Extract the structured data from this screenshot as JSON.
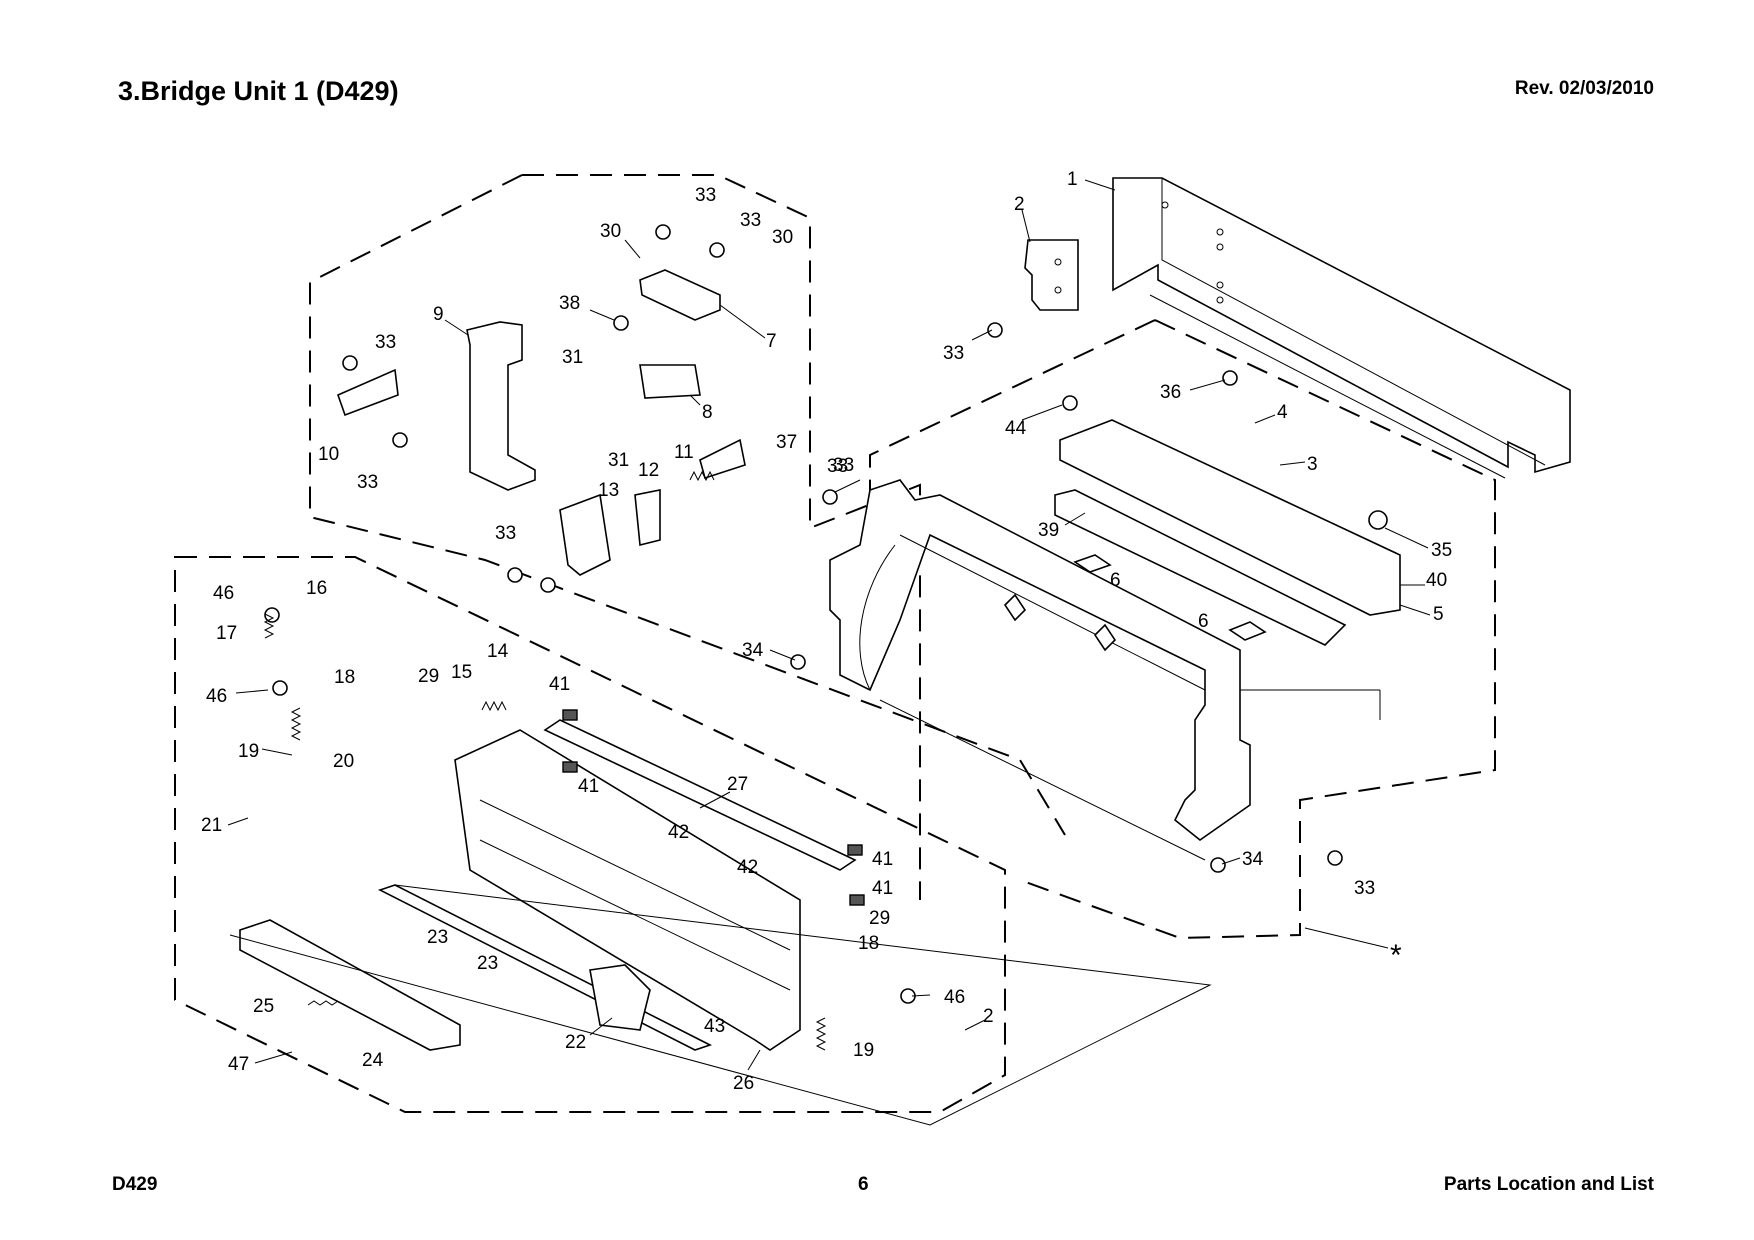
{
  "header": {
    "title": "3.Bridge Unit 1 (D429)",
    "revision": "Rev. 02/03/2010"
  },
  "footer": {
    "model": "D429",
    "page_number": "6",
    "section": "Parts Location and List"
  },
  "callouts": [
    {
      "label": "1"
    },
    {
      "label": "2"
    },
    {
      "label": "33"
    },
    {
      "label": "30"
    },
    {
      "label": "33"
    },
    {
      "label": "33"
    },
    {
      "label": "30"
    },
    {
      "label": "38"
    },
    {
      "label": "7"
    },
    {
      "label": "9"
    },
    {
      "label": "33"
    },
    {
      "label": "31"
    },
    {
      "label": "8"
    },
    {
      "label": "33"
    },
    {
      "label": "36"
    },
    {
      "label": "4"
    },
    {
      "label": "44"
    },
    {
      "label": "3"
    },
    {
      "label": "10"
    },
    {
      "label": "31"
    },
    {
      "label": "33"
    },
    {
      "label": "12"
    },
    {
      "label": "11"
    },
    {
      "label": "37"
    },
    {
      "label": "33"
    },
    {
      "label": "13"
    },
    {
      "label": "39"
    },
    {
      "label": "35"
    },
    {
      "label": "33"
    },
    {
      "label": "6"
    },
    {
      "label": "40"
    },
    {
      "label": "5"
    },
    {
      "label": "46"
    },
    {
      "label": "16"
    },
    {
      "label": "6"
    },
    {
      "label": "17"
    },
    {
      "label": "34"
    },
    {
      "label": "14"
    },
    {
      "label": "29"
    },
    {
      "label": "15"
    },
    {
      "label": "41"
    },
    {
      "label": "46"
    },
    {
      "label": "18"
    },
    {
      "label": "19"
    },
    {
      "label": "20"
    },
    {
      "label": "41"
    },
    {
      "label": "27"
    },
    {
      "label": "21"
    },
    {
      "label": "42"
    },
    {
      "label": "42"
    },
    {
      "label": "41"
    },
    {
      "label": "34"
    },
    {
      "label": "41"
    },
    {
      "label": "33"
    },
    {
      "label": "29"
    },
    {
      "label": "23"
    },
    {
      "label": "18"
    },
    {
      "label": "23"
    },
    {
      "label": "46"
    },
    {
      "label": "25"
    },
    {
      "label": "2"
    },
    {
      "label": "43"
    },
    {
      "label": "22"
    },
    {
      "label": "19"
    },
    {
      "label": "47"
    },
    {
      "label": "24"
    },
    {
      "label": "26"
    },
    {
      "label": "*"
    }
  ]
}
